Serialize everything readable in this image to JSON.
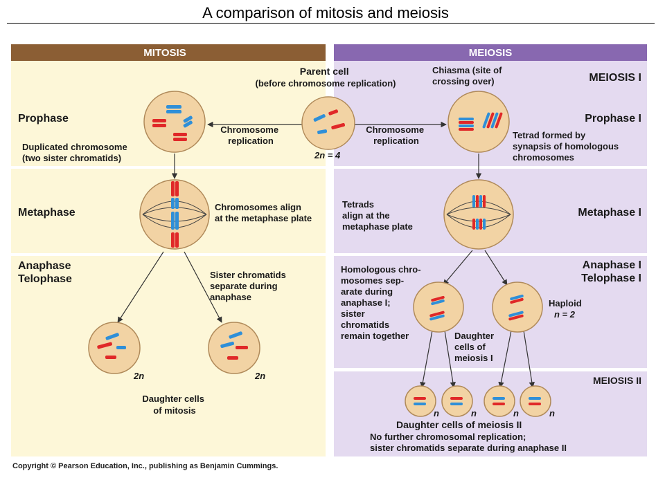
{
  "title": "A comparison of mitosis and meiosis",
  "copyright": "Copyright © Pearson Education, Inc., publishing as Benjamin Cummings.",
  "colors": {
    "mitosis_header": "#8b5e34",
    "meiosis_header": "#8868b0",
    "mitosis_bg": "#fdf7d8",
    "meiosis_bg": "#e4daf0",
    "cell_fill": "#f2d3a4",
    "cell_stroke": "#b08a5a",
    "chrom_red": "#e02828",
    "chrom_blue": "#2f8fd8"
  },
  "mitosis": {
    "header": "MITOSIS",
    "prophase": "Prophase",
    "duplicated_chromosome": [
      "Duplicated chromosome",
      "(two sister chromatids)"
    ],
    "chromosome_replication": [
      "Chromosome",
      "replication"
    ],
    "metaphase": "Metaphase",
    "chromosomes_align": [
      "Chromosomes align",
      "at the metaphase plate"
    ],
    "anaphase_telophase": [
      "Anaphase",
      "Telophase"
    ],
    "sister_separate": [
      "Sister chromatids",
      "separate during",
      "anaphase"
    ],
    "ploidy_left": "2n",
    "ploidy_right": "2n",
    "daughter_cells": [
      "Daughter cells",
      "of mitosis"
    ]
  },
  "parent": {
    "label": [
      "Parent cell",
      "(before chromosome replication)"
    ],
    "ploidy": "2n = 4"
  },
  "meiosis": {
    "header": "MEIOSIS",
    "meiosis1": "MEIOSIS I",
    "chiasma": [
      "Chiasma (site of",
      "crossing over)"
    ],
    "chromosome_replication": [
      "Chromosome",
      "replication"
    ],
    "prophase1": "Prophase I",
    "tetrad_formed": [
      "Tetrad formed by",
      "synapsis of homologous",
      "chromosomes"
    ],
    "tetrads_align": [
      "Tetrads",
      "align at the",
      "metaphase plate"
    ],
    "metaphase1": "Metaphase I",
    "homologous": [
      "Homologous chro-",
      "mosomes sep-",
      "arate during",
      "anaphase I;",
      "sister",
      "chromatids",
      "remain together"
    ],
    "anaphase1": "Anaphase I",
    "telophase1": "Telophase I",
    "haploid": [
      "Haploid",
      "n = 2"
    ],
    "daughter1": [
      "Daughter",
      "cells of",
      "meiosis I"
    ],
    "meiosis2": "MEIOSIS II",
    "ploidy_n": [
      "n",
      "n",
      "n",
      "n"
    ],
    "daughter2": "Daughter cells of meiosis II",
    "no_further": [
      "No further chromosomal replication;",
      "sister chromatids separate during anaphase II"
    ]
  }
}
